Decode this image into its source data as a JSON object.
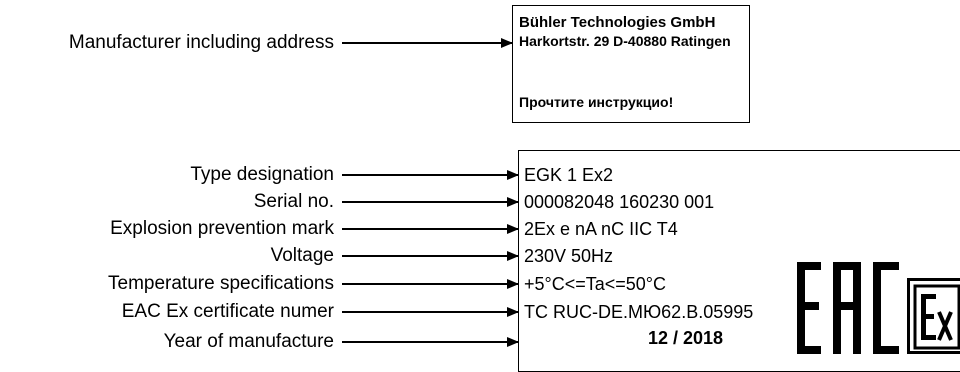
{
  "manufacturer_label": "Manufacturer including address",
  "manufacturer_plate": {
    "name": "Bühler Technologies GmbH",
    "address": "Harkortstr. 29   D-40880 Ratingen",
    "notice": "Прочтите инструкцио!"
  },
  "rows": [
    {
      "label": "Type designation",
      "value": "EGK 1 Ex2"
    },
    {
      "label": "Serial no.",
      "value": "000082048 160230 001"
    },
    {
      "label": "Explosion prevention mark",
      "value": "2Ex e nA nC IIC T4"
    },
    {
      "label": "Voltage",
      "value": "230V 50Hz"
    },
    {
      "label": "Temperature specifications",
      "value": "+5°C<=Ta<=50°C"
    },
    {
      "label": "EAC Ex certificate numer",
      "value": "TC RUC-DE.МЮ62.В.05995"
    },
    {
      "label": "Year of manufacture",
      "value": "12 / 2018"
    }
  ],
  "marks": {
    "eac_logo": "EAC",
    "ex_logo": "Ex"
  }
}
